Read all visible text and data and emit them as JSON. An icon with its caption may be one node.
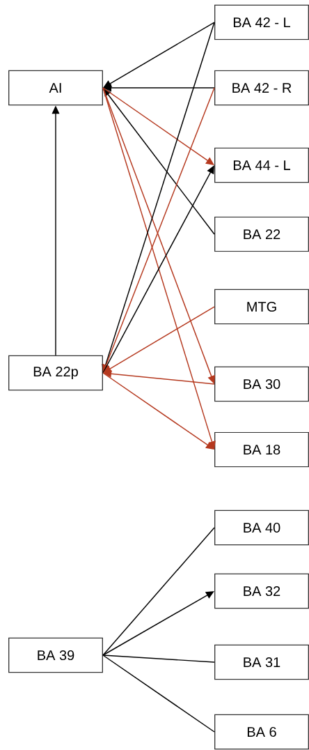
{
  "diagram": {
    "nodes": [
      {
        "text": [
          "AI"
        ]
      },
      {
        "text": [
          "BA 42 - L"
        ]
      },
      {
        "text": [
          "BA 42 - R"
        ]
      },
      {
        "text": [
          "BA 44 - L"
        ]
      },
      {
        "text": [
          "BA 22"
        ]
      },
      {
        "text": [
          "MTG"
        ]
      },
      {
        "text": [
          "BA 22p"
        ]
      },
      {
        "text": [
          "BA 30"
        ]
      },
      {
        "text": [
          "BA 18"
        ]
      },
      {
        "text": [
          "BA 40"
        ]
      },
      {
        "text": [
          "BA 32"
        ]
      },
      {
        "text": [
          "BA 39"
        ]
      },
      {
        "text": [
          "BA 31"
        ]
      },
      {
        "text": [
          "BA 6"
        ]
      }
    ],
    "edges": [
      {
        "from": 6,
        "to": 0,
        "arrow": "to"
      },
      {
        "from": 1,
        "to": 0,
        "arrow": "to"
      },
      {
        "from": 2,
        "to": 0,
        "arrow": "to"
      },
      {
        "from": 4,
        "to": 0,
        "arrow": "to"
      },
      {
        "from": 0,
        "to": 3,
        "arrow": "to",
        "color": "#b5391f"
      },
      {
        "from": 0,
        "to": 7,
        "arrow": "to",
        "color": "#b5391f"
      },
      {
        "from": 0,
        "to": 8,
        "arrow": "to",
        "color": "#b5391f"
      },
      {
        "from": 1,
        "to": 6,
        "arrow": "to"
      },
      {
        "from": 2,
        "to": 6,
        "arrow": "to",
        "color": "#b5391f"
      },
      {
        "from": 6,
        "to": 3,
        "arrow": "to"
      },
      {
        "from": 5,
        "to": 6,
        "arrow": "to",
        "color": "#b5391f"
      },
      {
        "from": 7,
        "to": 6,
        "arrow": "to",
        "color": "#b5391f"
      },
      {
        "from": 6,
        "to": 8,
        "arrow": "to",
        "color": "#b5391f"
      },
      {
        "from": 11,
        "to": 9,
        "arrow": "none"
      },
      {
        "from": 11,
        "to": 10,
        "arrow": "to"
      },
      {
        "from": 11,
        "to": 12,
        "arrow": "none"
      },
      {
        "from": 11,
        "to": 13,
        "arrow": "none"
      }
    ]
  }
}
